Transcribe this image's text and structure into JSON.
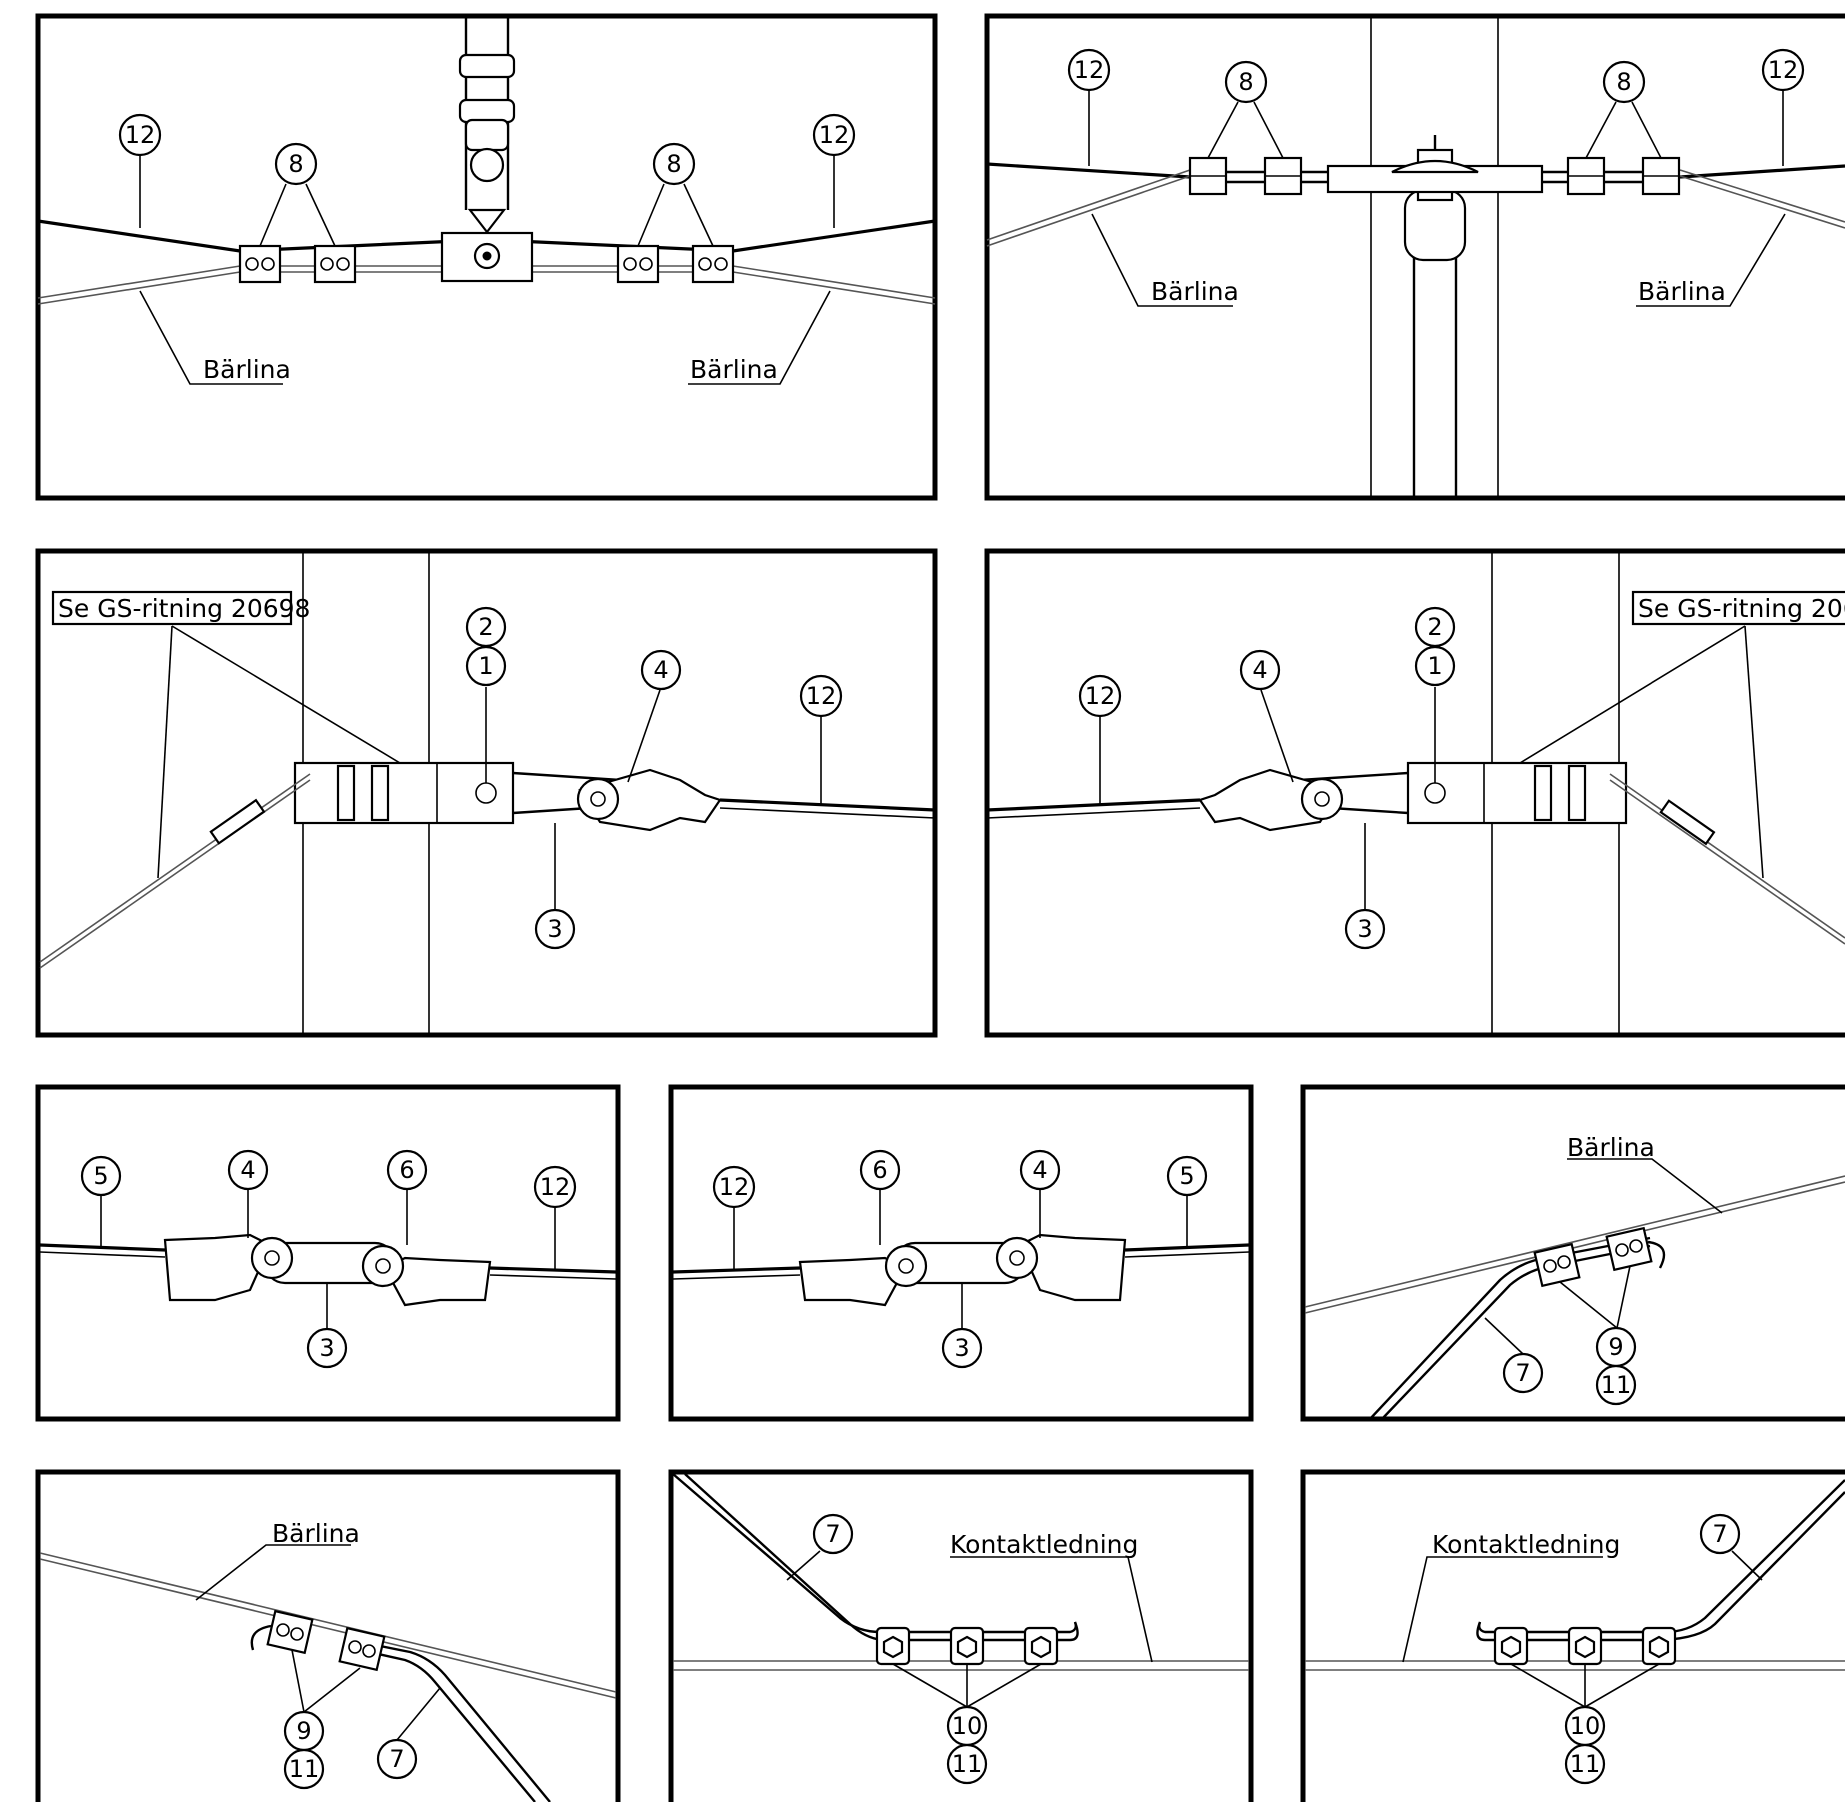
{
  "labels": {
    "barlina": "Bärlina",
    "kontaktledning": "Kontaktledning",
    "se_gs_ritning": "Se GS-ritning 20698"
  },
  "callouts": {
    "n1": "1",
    "n2": "2",
    "n3": "3",
    "n4": "4",
    "n5": "5",
    "n6": "6",
    "n7": "7",
    "n8": "8",
    "n9": "9",
    "n10": "10",
    "n11": "11",
    "n12": "12"
  }
}
